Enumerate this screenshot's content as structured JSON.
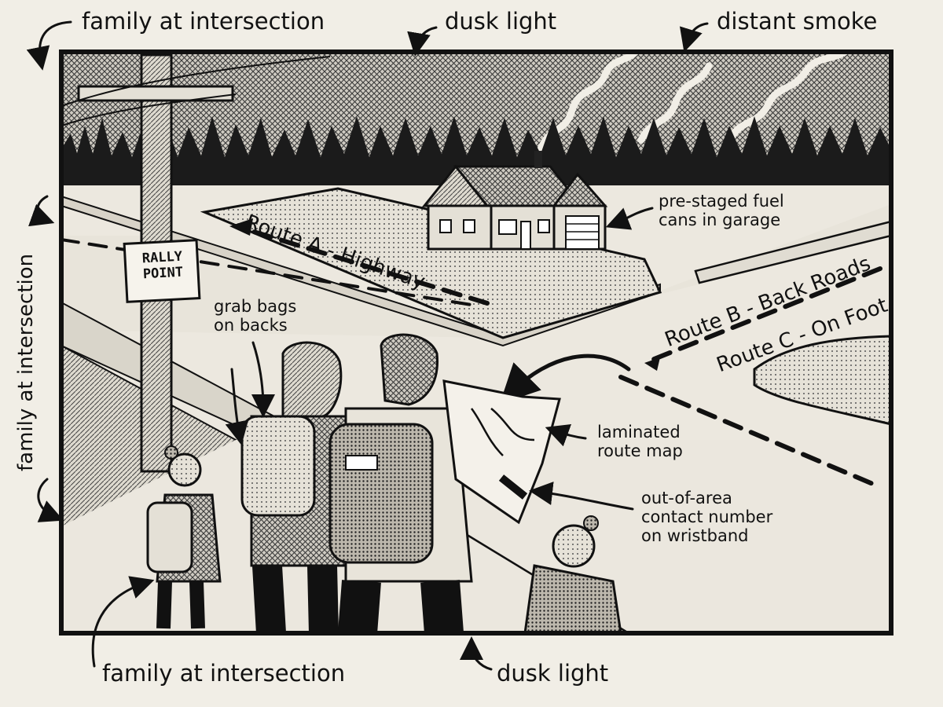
{
  "labels": {
    "top_left": "family at intersection",
    "top_center": "dusk light",
    "top_right": "distant smoke",
    "left_vertical": "family at intersection",
    "bottom_left": "family at intersection",
    "bottom_center": "dusk light",
    "fuel": "pre-staged fuel\ncans in garage",
    "grab_bags": "grab bags\non backs",
    "map": "laminated\nroute map",
    "contact": "out-of-area\ncontact number\non wristband"
  },
  "routes": {
    "a": "Route A - Highway",
    "b": "Route B - Back Roads",
    "c": "Route C - On Foot"
  },
  "sign": "RALLY\nPOINT",
  "icons": {
    "annotation_arrow": "curved-arrow-icon",
    "house": "house-icon",
    "trees": "tree-icon"
  }
}
